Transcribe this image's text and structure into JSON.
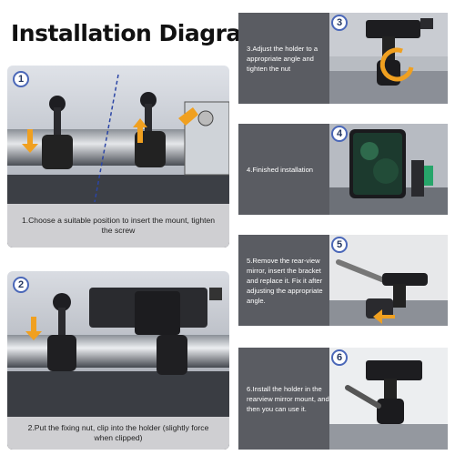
{
  "title": "Installation Diagram",
  "steps": [
    {
      "num": "1",
      "text": "1.Choose a suitable position to insert the mount, tighten the screw"
    },
    {
      "num": "2",
      "text": "2.Put the fixing nut, clip into the holder (slightly force when clipped)"
    },
    {
      "num": "3",
      "text": "3.Adjust the holder to a appropriate angle and tighten the nut"
    },
    {
      "num": "4",
      "text": "4.Finished installation"
    },
    {
      "num": "5",
      "text": "5.Remove the rear-view mirror, insert the bracket and replace it. Fix it after adjusting the appropriate angle."
    },
    {
      "num": "6",
      "text": "6.Install the holder in the rearview mirror mount, and then you can use it."
    }
  ]
}
